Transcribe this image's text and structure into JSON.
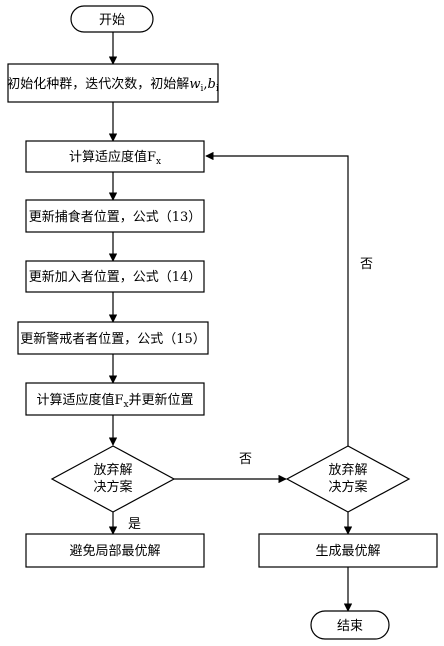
{
  "nodes": {
    "start": "开始",
    "init": "初始化种群，迭代次数，初始解",
    "init_var_w": "w",
    "init_sub_i1": "i",
    "init_comma": ",",
    "init_var_b": "b",
    "init_sub_i2": "i",
    "fitness": "计算适应度值F",
    "fitness_sub": "x",
    "predator": "更新捕食者位置，公式（13）",
    "joiner": "更新加入者位置，公式（14）",
    "guard": "更新警戒者者位置，公式（15）",
    "fitness_update_pre": "计算适应度值F",
    "fitness_update_sub": "x",
    "fitness_update_post": "并更新位置",
    "decision1_line1": "放弃解",
    "decision1_line2": "决方案",
    "decision2_line1": "放弃解",
    "decision2_line2": "决方案",
    "avoid_local": "避免局部最优解",
    "generate_best": "生成最优解",
    "end": "结束"
  },
  "edges": {
    "d1_yes": "是",
    "d1_no": "否",
    "d2_no": "否"
  }
}
